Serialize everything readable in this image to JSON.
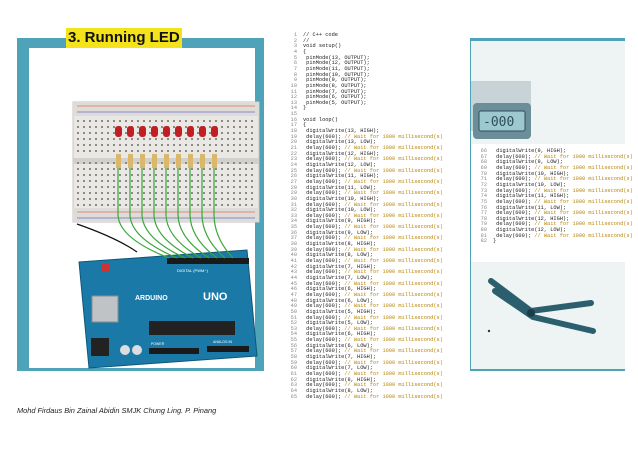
{
  "title": "3. Running LED",
  "caption": "Mohd Firdaus Bin Zainal Abidin SMJK Chung Ling. P. Pinang",
  "board": {
    "brand": "ARDUINO",
    "model": "UNO",
    "header_label": "DIGITAL (PWM~)",
    "power_label": "POWER",
    "analog_label": "ANALOG IN"
  },
  "meter": {
    "display": "-000"
  },
  "code_lines": [
    {
      "n": "1",
      "code": "// C++ code",
      "cmt": ""
    },
    {
      "n": "2",
      "code": "//",
      "cmt": ""
    },
    {
      "n": "3",
      "code": "void setup()",
      "cmt": ""
    },
    {
      "n": "4",
      "code": "{",
      "cmt": ""
    },
    {
      "n": "5",
      "code": "  pinMode(13, OUTPUT);",
      "cmt": ""
    },
    {
      "n": "6",
      "code": "  pinMode(12, OUTPUT);",
      "cmt": ""
    },
    {
      "n": "7",
      "code": "  pinMode(11, OUTPUT);",
      "cmt": ""
    },
    {
      "n": "8",
      "code": "  pinMode(10, OUTPUT);",
      "cmt": ""
    },
    {
      "n": "9",
      "code": "  pinMode(9, OUTPUT);",
      "cmt": ""
    },
    {
      "n": "10",
      "code": "  pinMode(8, OUTPUT);",
      "cmt": ""
    },
    {
      "n": "11",
      "code": "  pinMode(7, OUTPUT);",
      "cmt": ""
    },
    {
      "n": "12",
      "code": "  pinMode(6, OUTPUT);",
      "cmt": ""
    },
    {
      "n": "13",
      "code": "  pinMode(5, OUTPUT);",
      "cmt": ""
    },
    {
      "n": "14",
      "code": "}",
      "cmt": ""
    },
    {
      "n": "15",
      "code": "",
      "cmt": ""
    },
    {
      "n": "16",
      "code": "void loop()",
      "cmt": ""
    },
    {
      "n": "17",
      "code": "{",
      "cmt": ""
    },
    {
      "n": "18",
      "code": "  digitalWrite(13, HIGH);",
      "cmt": ""
    },
    {
      "n": "19",
      "code": "  delay(600); ",
      "cmt": "// Wait for 1000 millisecond(s)"
    },
    {
      "n": "20",
      "code": "  digitalWrite(13, LOW);",
      "cmt": ""
    },
    {
      "n": "21",
      "code": "  delay(600); ",
      "cmt": "// Wait for 1000 millisecond(s)"
    },
    {
      "n": "22",
      "code": "  digitalWrite(12, HIGH);",
      "cmt": ""
    },
    {
      "n": "23",
      "code": "  delay(600); ",
      "cmt": "// Wait for 1000 millisecond(s)"
    },
    {
      "n": "24",
      "code": "  digitalWrite(12, LOW);",
      "cmt": ""
    },
    {
      "n": "25",
      "code": "  delay(600); ",
      "cmt": "// Wait for 1000 millisecond(s)"
    },
    {
      "n": "26",
      "code": "  digitalWrite(11, HIGH);",
      "cmt": ""
    },
    {
      "n": "27",
      "code": "  delay(600); ",
      "cmt": "// Wait for 1000 millisecond(s)"
    },
    {
      "n": "28",
      "code": "  digitalWrite(11, LOW);",
      "cmt": ""
    },
    {
      "n": "29",
      "code": "  delay(600); ",
      "cmt": "// Wait for 1000 millisecond(s)"
    },
    {
      "n": "30",
      "code": "  digitalWrite(10, HIGH);",
      "cmt": ""
    },
    {
      "n": "31",
      "code": "  delay(600); ",
      "cmt": "// Wait for 1000 millisecond(s)"
    },
    {
      "n": "32",
      "code": "  digitalWrite(10, LOW);",
      "cmt": ""
    },
    {
      "n": "33",
      "code": "  delay(600); ",
      "cmt": "// Wait for 1000 millisecond(s)"
    },
    {
      "n": "34",
      "code": "  digitalWrite(9, HIGH);",
      "cmt": ""
    },
    {
      "n": "35",
      "code": "  delay(600); ",
      "cmt": "// Wait for 1000 millisecond(s)"
    },
    {
      "n": "36",
      "code": "  digitalWrite(9, LOW);",
      "cmt": ""
    },
    {
      "n": "37",
      "code": "  delay(600); ",
      "cmt": "// Wait for 1000 millisecond(s)"
    },
    {
      "n": "38",
      "code": "  digitalWrite(8, HIGH);",
      "cmt": ""
    },
    {
      "n": "39",
      "code": "  delay(600); ",
      "cmt": "// Wait for 1000 millisecond(s)"
    },
    {
      "n": "40",
      "code": "  digitalWrite(8, LOW);",
      "cmt": ""
    },
    {
      "n": "41",
      "code": "  delay(600); ",
      "cmt": "// Wait for 1000 millisecond(s)"
    },
    {
      "n": "42",
      "code": "  digitalWrite(7, HIGH);",
      "cmt": ""
    },
    {
      "n": "43",
      "code": "  delay(600); ",
      "cmt": "// Wait for 1000 millisecond(s)"
    },
    {
      "n": "44",
      "code": "  digitalWrite(7, LOW);",
      "cmt": ""
    },
    {
      "n": "45",
      "code": "  delay(600); ",
      "cmt": "// Wait for 1000 millisecond(s)"
    },
    {
      "n": "46",
      "code": "  digitalWrite(6, HIGH);",
      "cmt": ""
    },
    {
      "n": "47",
      "code": "  delay(600); ",
      "cmt": "// Wait for 1000 millisecond(s)"
    },
    {
      "n": "48",
      "code": "  digitalWrite(6, LOW);",
      "cmt": ""
    },
    {
      "n": "49",
      "code": "  delay(600); ",
      "cmt": "// Wait for 1000 millisecond(s)"
    },
    {
      "n": "50",
      "code": "  digitalWrite(5, HIGH);",
      "cmt": ""
    },
    {
      "n": "51",
      "code": "  delay(600); ",
      "cmt": "// Wait for 1000 millisecond(s)"
    },
    {
      "n": "52",
      "code": "  digitalWrite(5, LOW);",
      "cmt": ""
    },
    {
      "n": "53",
      "code": "  delay(600); ",
      "cmt": "// Wait for 1000 millisecond(s)"
    },
    {
      "n": "54",
      "code": "  digitalWrite(6, HIGH);",
      "cmt": ""
    },
    {
      "n": "55",
      "code": "  delay(600); ",
      "cmt": "// Wait for 1000 millisecond(s)"
    },
    {
      "n": "56",
      "code": "  digitalWrite(6, LOW);",
      "cmt": ""
    },
    {
      "n": "57",
      "code": "  delay(600); ",
      "cmt": "// Wait for 1000 millisecond(s)"
    },
    {
      "n": "58",
      "code": "  digitalWrite(7, HIGH);",
      "cmt": ""
    },
    {
      "n": "59",
      "code": "  delay(600); ",
      "cmt": "// Wait for 1000 millisecond(s)"
    },
    {
      "n": "60",
      "code": "  digitalWrite(7, LOW);",
      "cmt": ""
    },
    {
      "n": "61",
      "code": "  delay(600); ",
      "cmt": "// Wait for 1000 millisecond(s)"
    },
    {
      "n": "62",
      "code": "  digitalWrite(8, HIGH);",
      "cmt": ""
    },
    {
      "n": "63",
      "code": "  delay(600); ",
      "cmt": "// Wait for 1000 millisecond(s)"
    },
    {
      "n": "64",
      "code": "  digitalWrite(8, LOW);",
      "cmt": ""
    },
    {
      "n": "65",
      "code": "  delay(600); ",
      "cmt": "// Wait for 1000 millisecond(s)"
    }
  ],
  "code_lines_2": [
    {
      "n": "66",
      "code": "  digitalWrite(9, HIGH);",
      "cmt": ""
    },
    {
      "n": "67",
      "code": "  delay(600); ",
      "cmt": "// Wait for 1000 millisecond(s)"
    },
    {
      "n": "68",
      "code": "  digitalWrite(9, LOW);",
      "cmt": ""
    },
    {
      "n": "69",
      "code": "  delay(600); ",
      "cmt": "// Wait for 1000 millisecond(s)"
    },
    {
      "n": "70",
      "code": "  digitalWrite(10, HIGH);",
      "cmt": ""
    },
    {
      "n": "71",
      "code": "  delay(600); ",
      "cmt": "// Wait for 1000 millisecond(s)"
    },
    {
      "n": "72",
      "code": "  digitalWrite(10, LOW);",
      "cmt": ""
    },
    {
      "n": "73",
      "code": "  delay(600); ",
      "cmt": "// Wait for 1000 millisecond(s)"
    },
    {
      "n": "74",
      "code": "  digitalWrite(11, HIGH);",
      "cmt": ""
    },
    {
      "n": "75",
      "code": "  delay(600); ",
      "cmt": "// Wait for 1000 millisecond(s)"
    },
    {
      "n": "76",
      "code": "  digitalWrite(11, LOW);",
      "cmt": ""
    },
    {
      "n": "77",
      "code": "  delay(600); ",
      "cmt": "// Wait for 1000 millisecond(s)"
    },
    {
      "n": "78",
      "code": "  digitalWrite(12, HIGH);",
      "cmt": ""
    },
    {
      "n": "79",
      "code": "  delay(600); ",
      "cmt": "// Wait for 1000 millisecond(s)"
    },
    {
      "n": "80",
      "code": "  digitalWrite(12, LOW);",
      "cmt": ""
    },
    {
      "n": "81",
      "code": "  delay(600); ",
      "cmt": "// Wait for 1000 millisecond(s)"
    },
    {
      "n": "82",
      "code": "}",
      "cmt": ""
    }
  ]
}
